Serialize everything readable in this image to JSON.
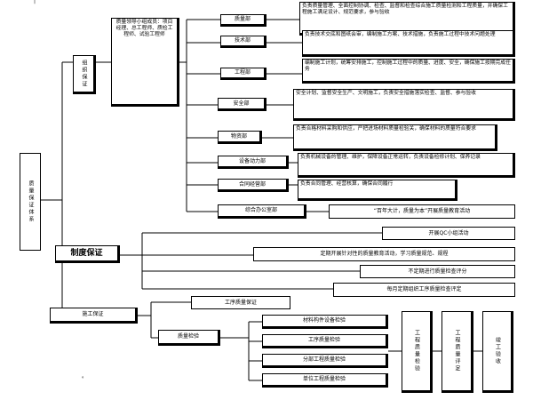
{
  "root": {
    "label": "质量保证体系"
  },
  "org_guarantee": {
    "label": "组织保证",
    "leader_box": "质量领导小组成员：项目经理、总工程师、质检工程师、试验工程师",
    "departments": [
      {
        "name": "质量部",
        "desc": "负责质量管理、全面控制协调、检查、监督和检查综合施工质量检测和工程质量，并确保工程施工满足设计、规范要求，参与验收"
      },
      {
        "name": "技术部",
        "desc": "负责技术交底和图纸会审，编制施工方案、技术措施，负责施工过程中技术问题处理"
      },
      {
        "name": "工程部",
        "desc": "编制施工计划，统筹安排施工，控制施工过程中的质量、进度、安全，确保施工按期完成任务"
      },
      {
        "name": "安全部",
        "desc": "安全计划、监督安全生产、文明施工，负责安全措施落实检查、监督、参与验收"
      },
      {
        "name": "物资部",
        "desc": "负责合格材料采购和供应，严把进场材料质量检验关，确保材料的质量符合要求"
      },
      {
        "name": "设备动力部",
        "desc": "负责机械设备的管理、维护，保障设备正常运转，负责设备检修计划、保养记录"
      },
      {
        "name": "合同经营部",
        "desc": "负责合同管理、经营核算，确保合同履行"
      },
      {
        "name": "综合办公室部",
        "desc": "“百年大计，质量为本”开展质量教育活动"
      }
    ]
  },
  "system_guarantee": {
    "label": "制度保证",
    "items": [
      "开展QC小组活动",
      "定期开展针对性的质量教育活动，学习质量规范、规程",
      "不定期进行质量检查评分",
      "每月定期组织工序质量检查评定"
    ]
  },
  "construction_guarantee": {
    "label": "施工保证",
    "top": "工序质量保证",
    "inspection": {
      "label": "质量检验",
      "items": [
        "材料构件设备检验",
        "工序质量检验",
        "分部工程质量检验",
        "单位工程质量检验"
      ],
      "stages": [
        "工程质量检验",
        "工程质量评定",
        "竣工验收"
      ]
    }
  },
  "footnote": "。"
}
